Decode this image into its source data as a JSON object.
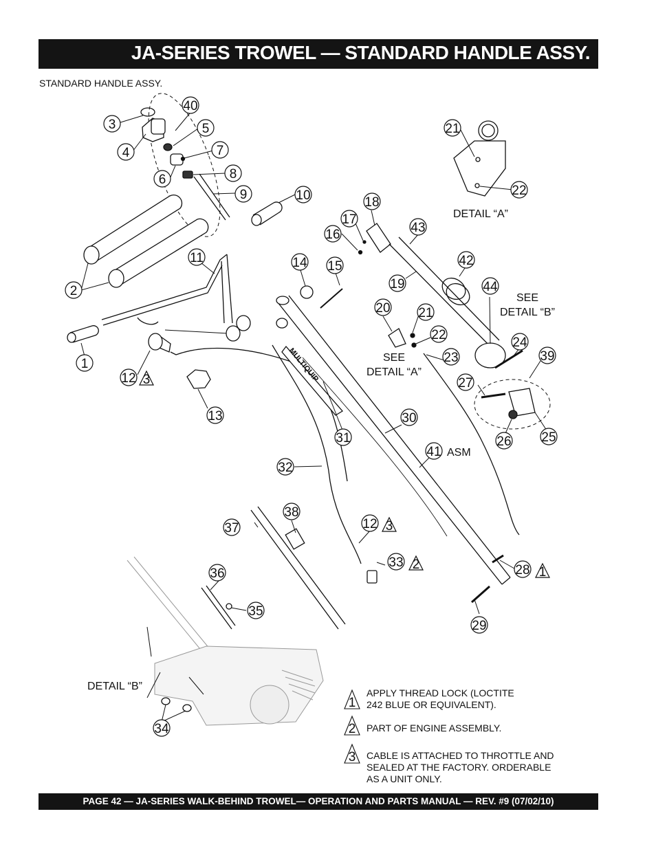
{
  "header": {
    "title": "JA-SERIES TROWEL —  STANDARD HANDLE ASSY."
  },
  "subtitle": "STANDARD HANDLE ASSY.",
  "callouts": {
    "c1": "1",
    "c2": "2",
    "c3": "3",
    "c4": "4",
    "c5": "5",
    "c6": "6",
    "c7": "7",
    "c8": "8",
    "c9": "9",
    "c10": "10",
    "c11": "11",
    "c12": "12",
    "c12b": "12",
    "c13": "13",
    "c14": "14",
    "c15": "15",
    "c16": "16",
    "c17": "17",
    "c18": "18",
    "c19": "19",
    "c20": "20",
    "c21": "21",
    "c21b": "21",
    "c22": "22",
    "c22b": "22",
    "c23": "23",
    "c24": "24",
    "c25": "25",
    "c26": "26",
    "c27": "27",
    "c28": "28",
    "c29": "29",
    "c30": "30",
    "c31": "31",
    "c32": "32",
    "c33": "33",
    "c34": "34",
    "c35": "35",
    "c36": "36",
    "c37": "37",
    "c38": "38",
    "c39": "39",
    "c40": "40",
    "c41": "41",
    "c42": "42",
    "c43": "43",
    "c44": "44"
  },
  "triangles": {
    "t1": "1",
    "t2": "2",
    "t3": "3"
  },
  "labels": {
    "asm": "ASM",
    "detail_a": "DETAIL “A”",
    "detail_b": "DETAIL “B”",
    "see_detail_b_1": "SEE",
    "see_detail_b_2": "DETAIL “B”",
    "see_detail_a_1": "SEE",
    "see_detail_a_2": "DETAIL “A”"
  },
  "notes": [
    {
      "mark": "1",
      "text": "APPLY THREAD LOCK (LOCTITE 242 BLUE OR EQUIVALENT)."
    },
    {
      "mark": "2",
      "text": "PART OF ENGINE ASSEMBLY."
    },
    {
      "mark": "3",
      "text": "CABLE IS ATTACHED TO THROTTLE AND SEALED AT THE FACTORY. ORDERABLE AS A UNIT ONLY."
    }
  ],
  "decal_text": "MULTIQUIP",
  "footer": {
    "text": "PAGE 42 — JA-SERIES  WALK-BEHIND TROWEL— OPERATION AND PARTS MANUAL — REV. #9 (07/02/10)"
  }
}
